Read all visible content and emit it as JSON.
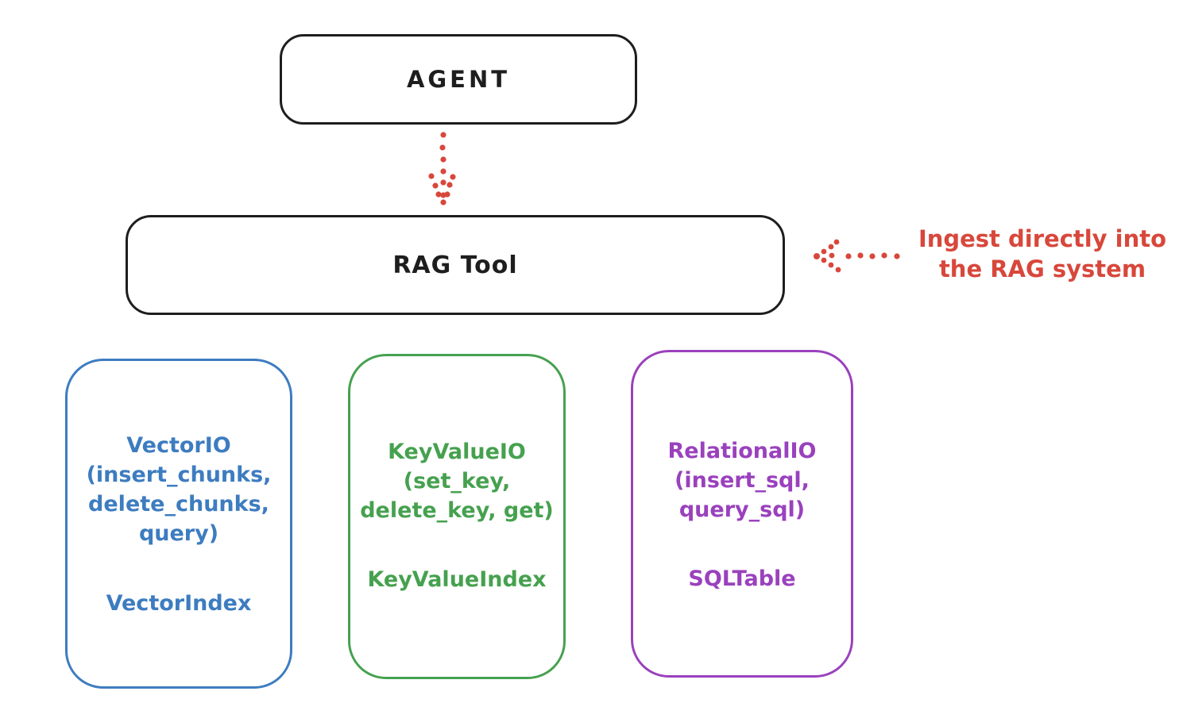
{
  "colors": {
    "ink": "#1e1e1e",
    "accent_red": "#d8473b",
    "accent_blue": "#3d7cc0",
    "accent_green": "#46a14f",
    "accent_purple": "#9a41bd"
  },
  "nodes": {
    "agent": {
      "label": "AGENT"
    },
    "rag_tool": {
      "label": "RAG Tool"
    }
  },
  "annotation": {
    "text": "Ingest directly into\nthe RAG system"
  },
  "io_boxes": [
    {
      "name": "vector-io",
      "body": "VectorIO\n(insert_chunks,\ndelete_chunks,\nquery)",
      "index_label": "VectorIndex",
      "color": "#3d7cc0"
    },
    {
      "name": "key-value-io",
      "body": "KeyValueIO\n(set_key,\ndelete_key, get)",
      "index_label": "KeyValueIndex",
      "color": "#46a14f"
    },
    {
      "name": "relational-io",
      "body": "RelationalIO\n(insert_sql,\nquery_sql)",
      "index_label": "SQLTable",
      "color": "#9a41bd"
    }
  ]
}
